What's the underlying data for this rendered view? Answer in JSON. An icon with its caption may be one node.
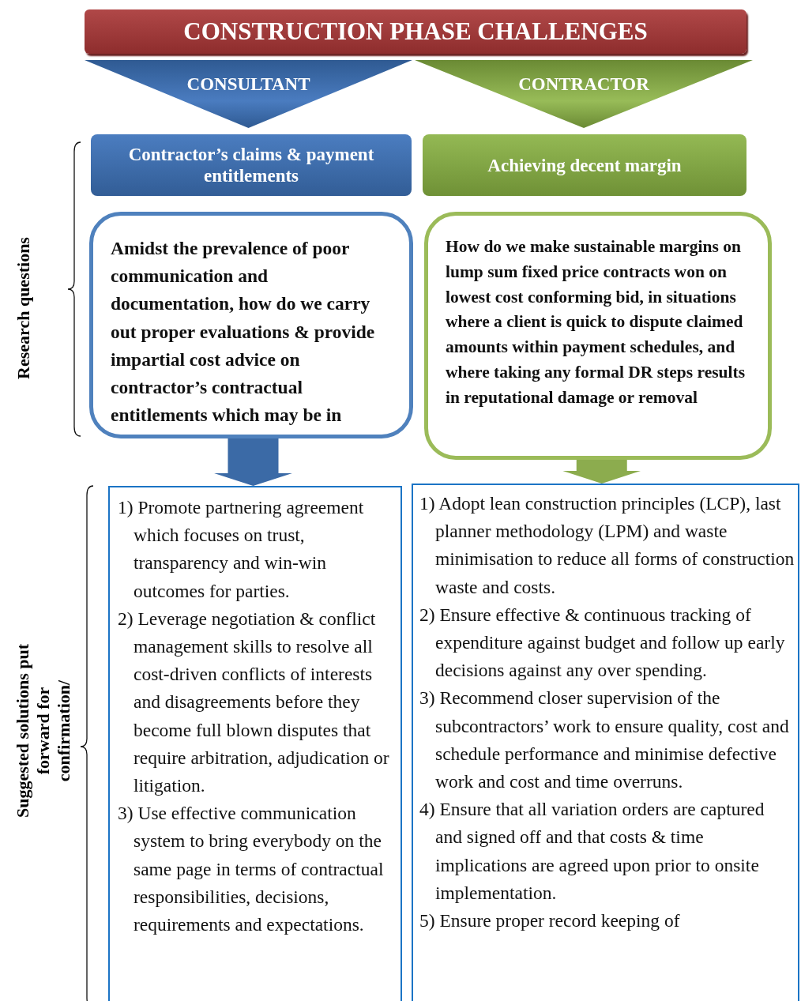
{
  "diagram": {
    "nodes": [
      {
        "text": [
          "CONSTRUCTION PHASE CHALLENGES"
        ]
      },
      {
        "text": [
          "CONSULTANT"
        ]
      },
      {
        "text": [
          "CONTRACTOR"
        ]
      },
      {
        "text": [
          "Contractor’s claims & payment entitlements"
        ]
      },
      {
        "text": [
          "Achieving decent margin"
        ]
      },
      {
        "text": [
          "Amidst the prevalence of poor communication and documentation, how do we carry out proper evaluations & provide impartial cost advice on contractor’s contractual entitlements which may be in"
        ]
      },
      {
        "text": [
          "How do we make sustainable margins on lump sum fixed price contracts won on lowest cost conforming bid, in situations where a client is quick to dispute claimed amounts within payment schedules, and where taking any formal DR steps results in reputational damage or removal"
        ]
      },
      {
        "text": [
          "1) Promote partnering agreement which focuses on trust, transparency and win-win outcomes for parties.",
          "2) Leverage negotiation & conflict management skills to resolve all cost-driven conflicts of interests and disagreements before they become full blown disputes that require arbitration, adjudication or litigation.",
          "3) Use effective communication system to bring everybody on the same page in terms of contractual responsibilities, decisions, requirements and expectations."
        ]
      },
      {
        "text": [
          "1) Adopt lean construction principles (LCP), last planner methodology (LPM) and waste minimisation to reduce all forms of construction waste and costs.",
          "2) Ensure effective & continuous tracking of expenditure against budget and follow up early decisions against any over spending.",
          "3) Recommend closer supervision of the subcontractors’ work to ensure quality, cost and schedule performance and minimise defective work and cost and time overruns.",
          "4) Ensure that all variation orders are captured and signed off and that costs & time implications are agreed upon prior to onsite implementation.",
          "5) Ensure proper record keeping of"
        ]
      }
    ],
    "edges": [
      {
        "from": 5,
        "to": 7,
        "arrow": "to",
        "color": "#3b6aa6"
      },
      {
        "from": 6,
        "to": 8,
        "arrow": "to",
        "color": "#8cac4e"
      }
    ],
    "labels": [
      "Research questions",
      "Suggested solutions put forward for confirmation/"
    ]
  }
}
